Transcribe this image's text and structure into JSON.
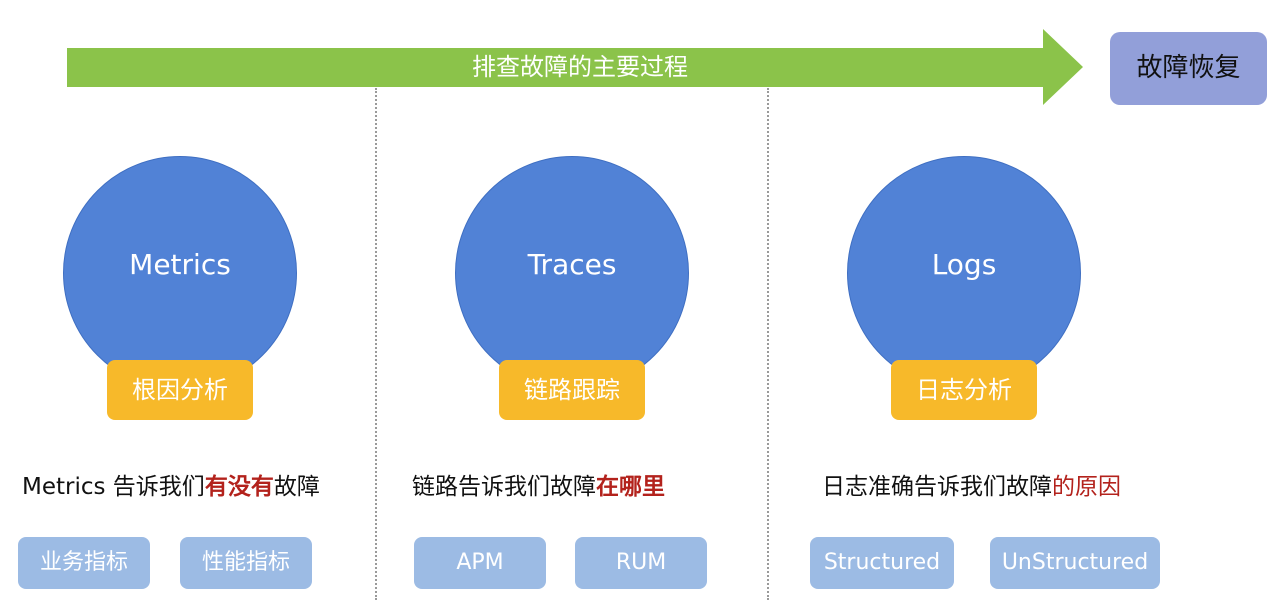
{
  "colors": {
    "arrow_green": "#8bc34a",
    "recovery_box": "#929fd9",
    "circle_blue": "#5182d6",
    "tag_yellow": "#f7b92a",
    "pill_blue": "#9cbbe4",
    "emphasis_red": "#b3221c"
  },
  "arrow": {
    "label": "排查故障的主要过程"
  },
  "recovery": {
    "label": "故障恢复"
  },
  "columns": [
    {
      "circle_label": "Metrics",
      "tag_label": "根因分析",
      "caption_prefix": "Metrics 告诉我们",
      "caption_emphasis": "有没有",
      "caption_suffix": "故障",
      "pills": [
        "业务指标",
        "性能指标"
      ]
    },
    {
      "circle_label": "Traces",
      "tag_label": "链路跟踪",
      "caption_prefix": "链路告诉我们故障",
      "caption_emphasis": "在哪里",
      "caption_suffix": "",
      "pills": [
        "APM",
        "RUM"
      ]
    },
    {
      "circle_label": "Logs",
      "tag_label": "日志分析",
      "caption_prefix": "日志准确告诉我们故障",
      "caption_emphasis": "的原因",
      "caption_suffix": "",
      "pills": [
        "Structured",
        "UnStructured"
      ]
    }
  ]
}
